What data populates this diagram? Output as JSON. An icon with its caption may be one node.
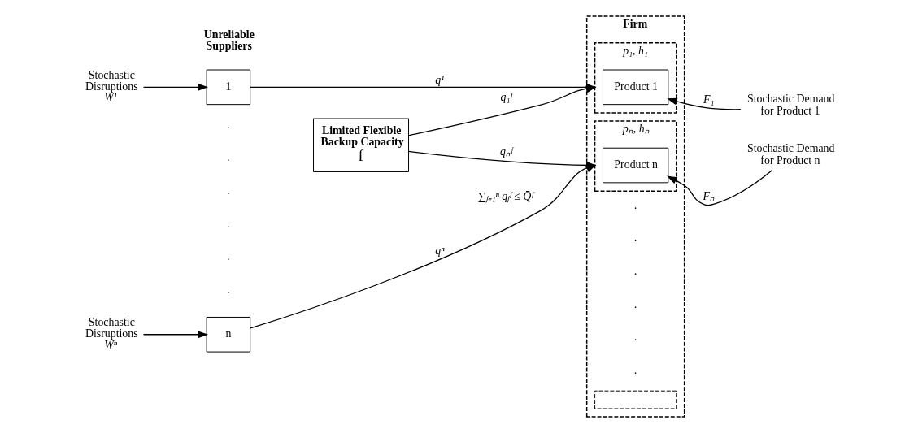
{
  "diagram": {
    "nodes": [
      {
        "text": [
          "Firm"
        ]
      },
      {
        "text": [
          "p₁, h₁"
        ],
        "in": 0
      },
      {
        "text": [
          "Product 1"
        ],
        "in": 1
      },
      {
        "text": [],
        "shape": "box",
        "in": 0
      },
      {
        "text": [
          "pₙ, hₙ"
        ],
        "in": 0
      },
      {
        "text": [
          "Product n"
        ],
        "in": 4
      },
      {
        "text": [
          "1"
        ]
      },
      {
        "text": [
          "n"
        ]
      },
      {
        "text": [
          "Limited Flexible Backup Capacity",
          "f"
        ]
      },
      {
        "text": [
          "Stochastic Disruptions"
        ],
        "beside": [
          "W¹"
        ]
      },
      {
        "text": [
          "Stochastic Disruptions"
        ],
        "beside": [
          "Wⁿ"
        ]
      },
      {
        "text": [
          "Stochastic Demand for Product 1"
        ]
      },
      {
        "text": [
          "Stochastic Demand for Product n"
        ]
      }
    ],
    "edges": [
      {
        "from": 9,
        "to": 6,
        "arrow": "to"
      },
      {
        "from": 10,
        "to": 7,
        "arrow": "to"
      },
      {
        "from": 6,
        "to": 1,
        "label": "q¹",
        "arrow": "to"
      },
      {
        "from": 8,
        "to": 1,
        "label": "q₁ᶠ",
        "arrow": "to"
      },
      {
        "from": 8,
        "to": 4,
        "label": "qₙᶠ",
        "arrow": "to"
      },
      {
        "from": 7,
        "to": 4,
        "label": "qⁿ",
        "arrow": "to"
      },
      {
        "from": 11,
        "to": 2,
        "label": "F₁",
        "arrow": "to"
      },
      {
        "from": 12,
        "to": 5,
        "label": "Fₙ",
        "arrow": "to"
      }
    ],
    "labels": [
      "Unreliable Suppliers",
      "·",
      "·",
      "·",
      "·",
      "·",
      "·",
      "∑ⱼ₌₁ⁿ qⱼᶠ ≤ Q̄ᶠ",
      "·",
      "·",
      "·",
      "·",
      "·",
      "·"
    ]
  }
}
